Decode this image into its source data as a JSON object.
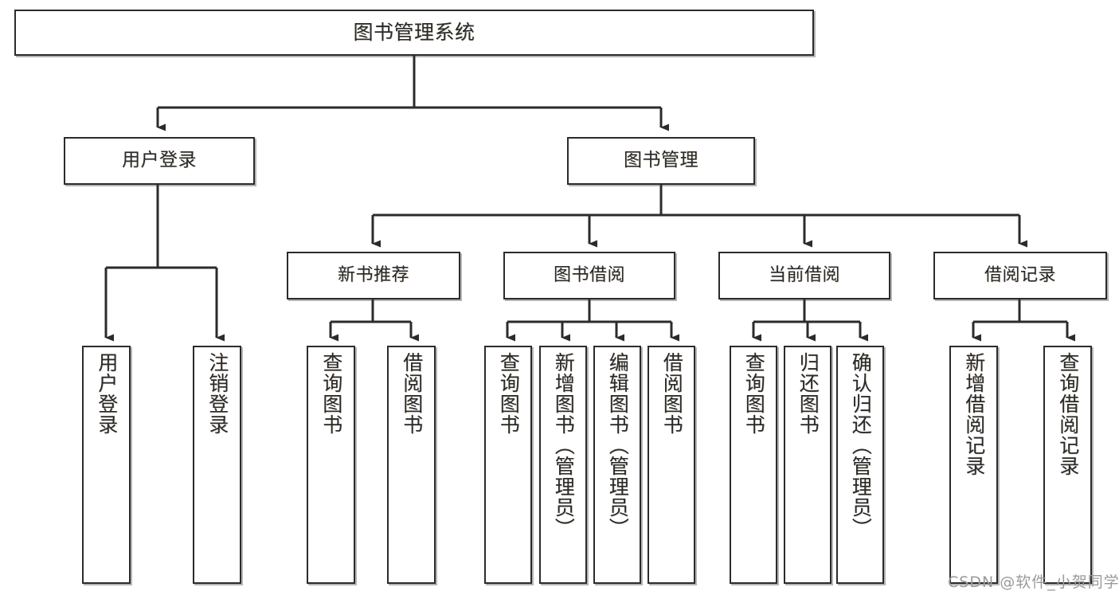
{
  "diagram": {
    "type": "tree-hierarchy",
    "title": "图书管理系统",
    "orientation": "top-down",
    "colors": {
      "node_border": "#2b2b2b",
      "node_fill": "#ffffff",
      "connector": "#2b2b2b",
      "text": "#2a2a2a",
      "watermark": "#9a9a9a",
      "background": "#ffffff"
    },
    "root": {
      "label": "图书管理系统"
    },
    "level2": [
      {
        "label": "用户登录"
      },
      {
        "label": "图书管理"
      }
    ],
    "level3": [
      {
        "label": "新书推荐"
      },
      {
        "label": "图书借阅"
      },
      {
        "label": "当前借阅"
      },
      {
        "label": "借阅记录"
      }
    ],
    "leaves": {
      "user_login": [
        {
          "label": "用户登录"
        },
        {
          "label": "注销登录"
        }
      ],
      "new_book_recommend": [
        {
          "label": "查询图书"
        },
        {
          "label": "借阅图书"
        }
      ],
      "book_borrow": [
        {
          "label": "查询图书"
        },
        {
          "label": "新增图书（管理员）"
        },
        {
          "label": "编辑图书（管理员）"
        },
        {
          "label": "借阅图书"
        }
      ],
      "current_borrow": [
        {
          "label": "查询图书"
        },
        {
          "label": "归还图书"
        },
        {
          "label": "确认归还（管理员）"
        }
      ],
      "borrow_record": [
        {
          "label": "新增借阅记录"
        },
        {
          "label": "查询借阅记录"
        }
      ]
    }
  },
  "watermark": {
    "text": "CSDN @软件_小贺同学"
  }
}
